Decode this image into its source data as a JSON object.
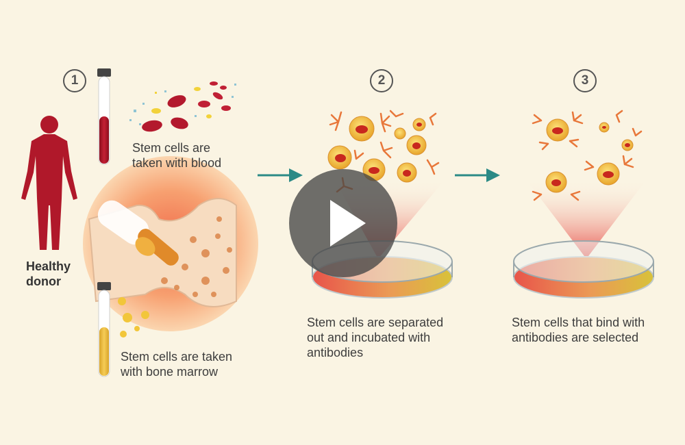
{
  "steps": [
    {
      "number": "1"
    },
    {
      "number": "2"
    },
    {
      "number": "3"
    }
  ],
  "donor": {
    "label_line1": "Healthy",
    "label_line2": "donor"
  },
  "captions": {
    "blood_line1": "Stem cells are",
    "blood_line2": "taken with blood",
    "marrow_line1": "Stem cells are taken",
    "marrow_line2": "with bone marrow",
    "step2_line1": "Stem cells are separated",
    "step2_line2": "out and incubated with",
    "step2_line3": "antibodies",
    "step3_line1": "Stem cells that bind with",
    "step3_line2": "antibodies are selected"
  },
  "colors": {
    "background": "#faf4e3",
    "blood_red": "#b0182a",
    "arrow_teal": "#2b8a86",
    "cell_yellow": "#f2c230",
    "antibody_orange": "#e8773a"
  },
  "video": {
    "play_icon": "play-icon"
  }
}
